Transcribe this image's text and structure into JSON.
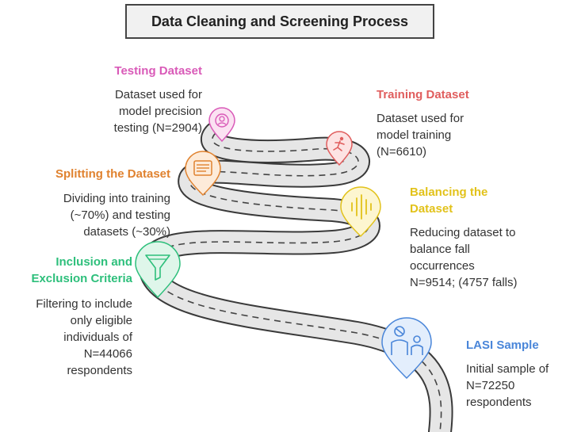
{
  "title": "Data Cleaning and Screening Process",
  "stages": {
    "testing": {
      "title": "Testing Dataset",
      "desc": "Dataset used for\nmodel precision\ntesting (N=2904)",
      "color": "#d95ab8",
      "icon": "badge-icon"
    },
    "training": {
      "title": "Training Dataset",
      "desc": "Dataset used for\nmodel training\n(N=6610)",
      "color": "#e05d5d",
      "icon": "runner-icon"
    },
    "splitting": {
      "title": "Splitting the Dataset",
      "desc": "Dividing into training\n(~70%) and testing\ndatasets (~30%)",
      "color": "#e0822f",
      "icon": "document-icon"
    },
    "balancing": {
      "title": "Balancing the\nDataset",
      "desc": "Reducing dataset to\nbalance fall\noccurrences\nN=9514; (4757 falls)",
      "color": "#e2c21a",
      "icon": "waveform-icon"
    },
    "inclusion": {
      "title": "Inclusion and\nExclusion Criteria",
      "desc": "Filtering to include\nonly eligible\nindividuals of\nN=44066\nrespondents",
      "color": "#2dbf7b",
      "icon": "funnel-icon"
    },
    "lasi": {
      "title": "LASI Sample",
      "desc": "Initial sample of\nN=72250\nrespondents",
      "color": "#4a86d9",
      "icon": "people-icon"
    }
  }
}
